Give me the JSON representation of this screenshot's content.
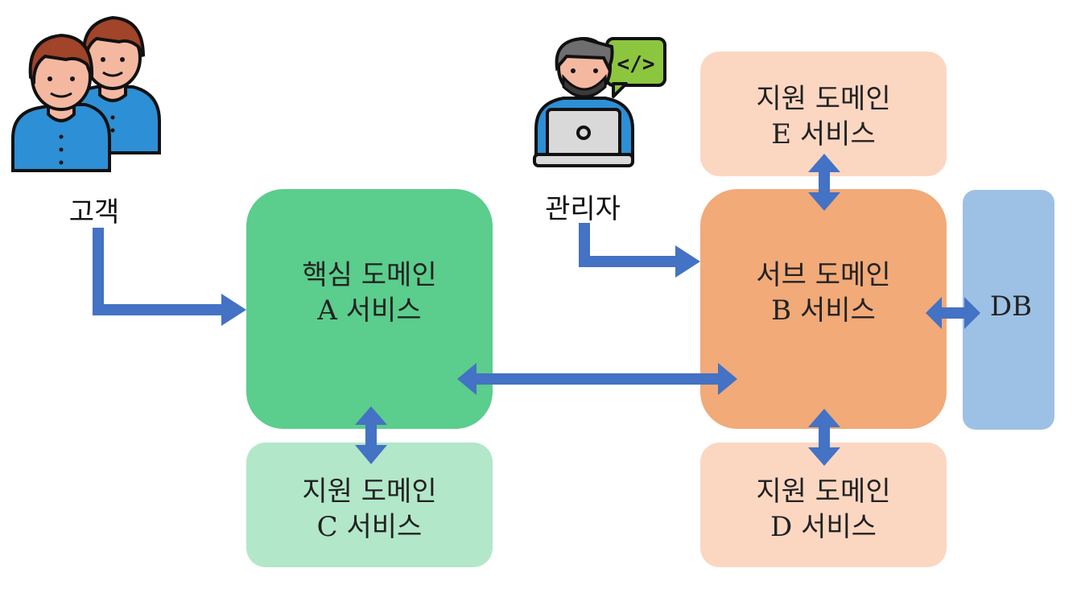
{
  "actors": {
    "customer": {
      "label": "고객",
      "icon": "customers-icon"
    },
    "admin": {
      "label": "관리자",
      "icon": "developer-laptop-icon",
      "code_glyph": "</>"
    }
  },
  "boxes": {
    "core_a": {
      "line1": "핵심 도메인",
      "line2": "A 서비스",
      "color": "#5BCD8C"
    },
    "support_c": {
      "line1": "지원 도메인",
      "line2": "C 서비스",
      "color": "#B3E7C9"
    },
    "sub_b": {
      "line1": "서브 도메인",
      "line2": "B 서비스",
      "color": "#F1AA78"
    },
    "support_e": {
      "line1": "지원 도메인",
      "line2": "E 서비스",
      "color": "#FBD7C2"
    },
    "support_d": {
      "line1": "지원 도메인",
      "line2": "D 서비스",
      "color": "#FBD7C2"
    },
    "db": {
      "label": "DB",
      "color": "#9CC1E5"
    }
  },
  "arrow_color": "#4472C4"
}
